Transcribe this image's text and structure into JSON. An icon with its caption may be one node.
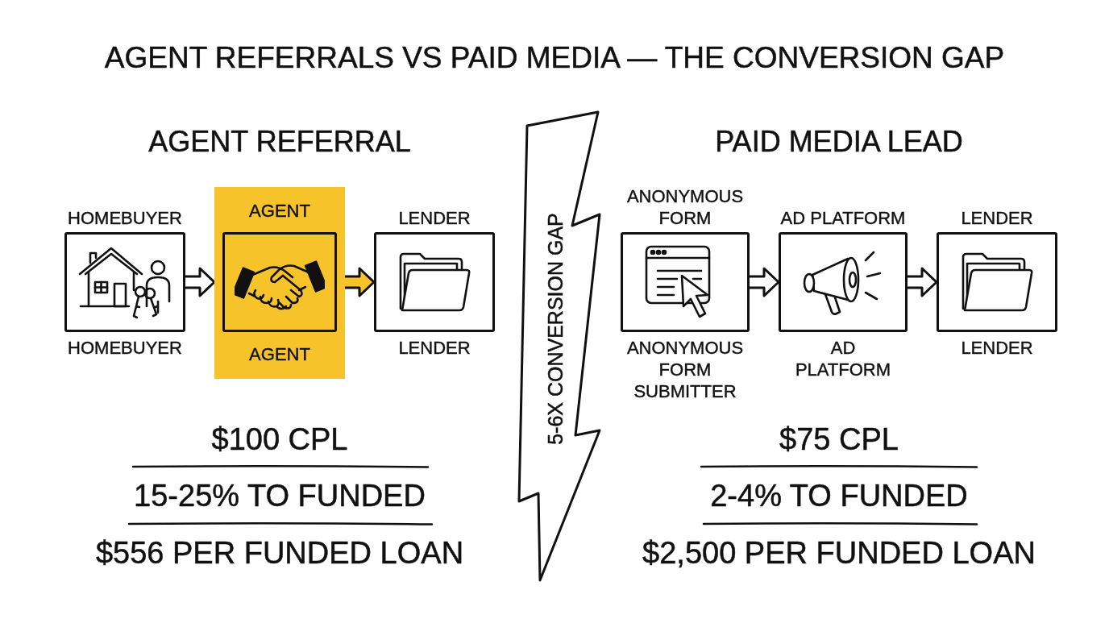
{
  "diagram": {
    "title": "AGENT REFERRALS VS PAID MEDIA — THE CONVERSION GAP",
    "nodes": [
      {
        "text": [
          "HOMEBUYER"
        ],
        "beside": [
          "HOMEBUYER"
        ]
      },
      {
        "text": [
          "AGENT",
          "AGENT"
        ]
      },
      {
        "text": [
          "LENDER"
        ],
        "beside": [
          "LENDER"
        ]
      },
      {
        "text": [
          "5-6X CONVERSION GAP"
        ]
      },
      {
        "text": [
          "ANONYMOUS FORM"
        ],
        "beside": [
          "ANONYMOUS FORM SUBMITTER"
        ]
      },
      {
        "text": [
          "AD PLATFORM"
        ],
        "beside": [
          "AD PLATFORM"
        ]
      },
      {
        "text": [
          "LENDER"
        ],
        "beside": [
          "LENDER"
        ]
      }
    ],
    "edges": [
      {
        "from": 0,
        "to": 1,
        "arrow": "to"
      },
      {
        "from": 1,
        "to": 2,
        "arrow": "to",
        "color": "#f6c42a"
      },
      {
        "from": 4,
        "to": 5,
        "arrow": "to"
      },
      {
        "from": 5,
        "to": 6,
        "arrow": "to"
      }
    ],
    "labels": [
      "AGENT REFERRAL",
      "$100 CPL",
      "15-25% TO FUNDED",
      "$556 PER FUNDED LOAN",
      "PAID MEDIA LEAD",
      "$75 CPL",
      "2-4% TO FUNDED",
      "$2,500 PER FUNDED LOAN"
    ]
  }
}
